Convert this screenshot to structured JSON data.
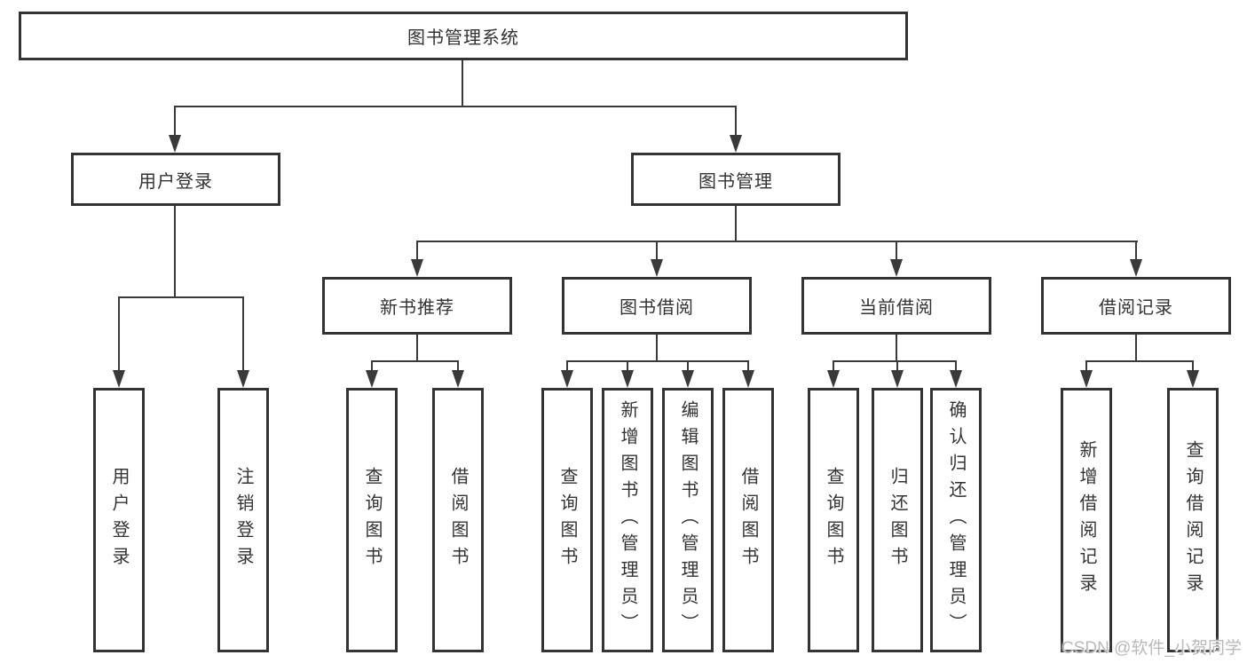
{
  "diagram": {
    "type": "hierarchy-tree",
    "title": "图书管理系统",
    "colors": {
      "line": "#3a3a3a",
      "box_border": "#333333",
      "box_fill": "#ffffff",
      "text": "#333333",
      "background": "#ffffff",
      "watermark_text": "#b9b9b9"
    }
  },
  "tree": {
    "label": "图书管理系统",
    "children": [
      {
        "label": "用户登录",
        "children": [
          {
            "label": "用户登录"
          },
          {
            "label": "注销登录"
          }
        ]
      },
      {
        "label": "图书管理",
        "children": [
          {
            "label": "新书推荐",
            "children": [
              {
                "label": "查询图书"
              },
              {
                "label": "借阅图书"
              }
            ]
          },
          {
            "label": "图书借阅",
            "children": [
              {
                "label": "查询图书"
              },
              {
                "label": "新增图书（管理员）"
              },
              {
                "label": "编辑图书（管理员）"
              },
              {
                "label": "借阅图书"
              }
            ]
          },
          {
            "label": "当前借阅",
            "children": [
              {
                "label": "查询图书"
              },
              {
                "label": "归还图书"
              },
              {
                "label": "确认归还（管理员）"
              }
            ]
          },
          {
            "label": "借阅记录",
            "children": [
              {
                "label": "新增借阅记录"
              },
              {
                "label": "查询借阅记录"
              }
            ]
          }
        ]
      }
    ]
  },
  "watermark": {
    "text": "CSDN @软件_小贺同学"
  }
}
